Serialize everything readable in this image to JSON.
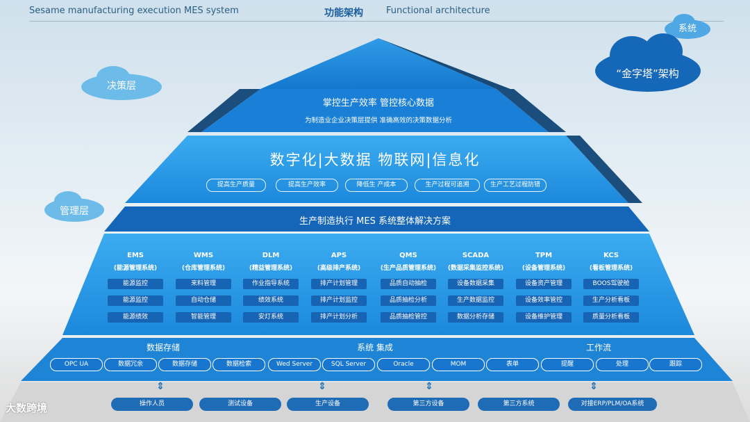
{
  "header": {
    "left": "Sesame manufacturing execution MES system",
    "center_cn": "功能架构",
    "center_en": "Functional architecture"
  },
  "clouds": {
    "system": "系统",
    "pyramid": "“金字塔”架构",
    "decision": "决策层",
    "management": "管理层"
  },
  "top": {
    "title": "掌控生产效率  管控核心数据",
    "subtitle": "为制造业企业决策层提供  准确高效的决策数据分析"
  },
  "digital": {
    "title": "数字化|大数据 物联网|信息化",
    "pills": [
      "提高生产质量",
      "提高生产效率",
      "降低生 产成本",
      "生产过程可追溯",
      "生产工艺过程防错"
    ]
  },
  "mes": {
    "title": "生产制造执行 MES    系统整体解决方案"
  },
  "modules": [
    {
      "name": "EMS",
      "sub": "(能源管理系统)",
      "items": [
        "能源监控",
        "能源监控",
        "能源绩效"
      ]
    },
    {
      "name": "WMS",
      "sub": "(仓库管理系统)",
      "items": [
        "来料管理",
        "自动仓储",
        "智能管理"
      ]
    },
    {
      "name": "DLM",
      "sub": "(精益管理系统)",
      "items": [
        "作业指导系统",
        "绩效系统",
        "安灯系统"
      ]
    },
    {
      "name": "APS",
      "sub": "(高级排产系统)",
      "items": [
        "排产计划管理",
        "排产计划监控",
        "排产计划分析"
      ]
    },
    {
      "name": "QMS",
      "sub": "(生产品质管理系统)",
      "items": [
        "品质自动抽检",
        "品质抽检分析",
        "品质抽检管控"
      ]
    },
    {
      "name": "SCADA",
      "sub": "(数据采集监控系统)",
      "items": [
        "设备数据采集",
        "生产数据监控",
        "数据分析存储"
      ]
    },
    {
      "name": "TPM",
      "sub": "(设备管理系统)",
      "items": [
        "设备资产管理",
        "设备效率管控",
        "设备维护管理"
      ]
    },
    {
      "name": "KCS",
      "sub": "(看板管理系统)",
      "items": [
        "BOOS驾驶舱",
        "生产分析看板",
        "质量分析看板"
      ]
    }
  ],
  "base": {
    "storage": "数据存储",
    "integration": "系统  集成",
    "workflow": "工作流",
    "pills": [
      "OPC UA",
      "数据冗余",
      "数据存储",
      "数据检索",
      "Wed Server",
      "SQL Server",
      "Oracle",
      "MOM",
      "表单",
      "提醒",
      "处理",
      "跟踪"
    ]
  },
  "ground": {
    "buttons": [
      "操作人员",
      "测试设备",
      "生产设备",
      "第三方设备",
      "第三方系统",
      "对接ERP/PLM/OA系统"
    ],
    "arrow": "⇕"
  },
  "watermark": "大数跨境",
  "colors": {
    "blue": "#1f86d8",
    "dark": "#0f5eac",
    "light": "#4fb0ee"
  }
}
